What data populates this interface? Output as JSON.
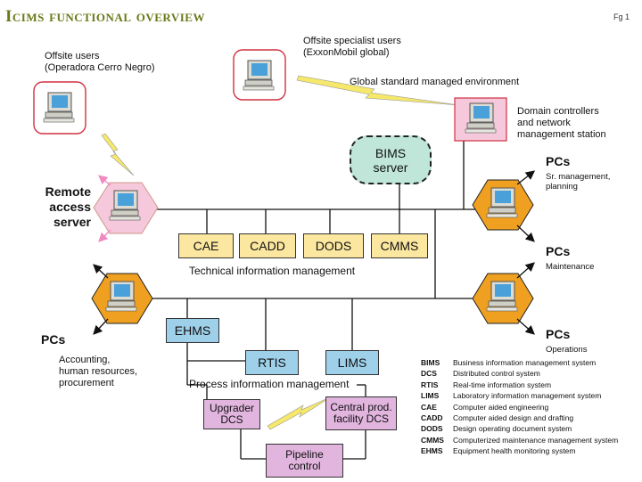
{
  "header": {
    "title": "Icims functional overview",
    "fig": "Fg 1"
  },
  "nodes": {
    "offsite_users": "Offsite users\n(Operadora Cerro Negro)",
    "offsite_specialist": "Offsite specialist users\n(ExxonMobil global)",
    "global_env": "Global standard managed environment",
    "domain_controllers": "Domain controllers\nand network\nmanagement station",
    "remote_access": "Remote\naccess\nserver",
    "bims_server": "BIMS\nserver",
    "pcs_sr": {
      "title": "PCs",
      "sub": "Sr. management,\nplanning"
    },
    "pcs_maint": {
      "title": "PCs",
      "sub": "Maintenance"
    },
    "pcs_ops": {
      "title": "PCs",
      "sub": "Operations"
    },
    "pcs_acct": {
      "title": "PCs",
      "sub": "Accounting,\nhuman resources,\nprocurement"
    }
  },
  "tech_boxes": [
    "CAE",
    "CADD",
    "DODS",
    "CMMS"
  ],
  "tech_label": "Technical information management",
  "process_boxes": {
    "ehms": "EHMS",
    "rtis": "RTIS",
    "lims": "LIMS"
  },
  "process_label": "Process information management",
  "control_boxes": {
    "upgrader": "Upgrader\nDCS",
    "central": "Central prod.\nfacility DCS",
    "pipeline": "Pipeline\ncontrol"
  },
  "legend": [
    {
      "abbr": "BIMS",
      "desc": "Business information management system"
    },
    {
      "abbr": "DCS",
      "desc": "Distributed control system"
    },
    {
      "abbr": "RTIS",
      "desc": "Real-time information system"
    },
    {
      "abbr": "LIMS",
      "desc": "Laboratory information management system"
    },
    {
      "abbr": "CAE",
      "desc": "Computer aided engineering"
    },
    {
      "abbr": "CADD",
      "desc": "Computer aided design and drafting"
    },
    {
      "abbr": "DODS",
      "desc": "Design operating document system"
    },
    {
      "abbr": "CMMS",
      "desc": "Computerized maintenance management system"
    },
    {
      "abbr": "EHMS",
      "desc": "Equipment health monitoring system"
    }
  ],
  "colors": {
    "title": "#6a7a1a",
    "hexagon": "#f0a020",
    "pink": "#f6c8dc",
    "yellow": "#fbe7a0",
    "blue": "#9fd0ea",
    "purple": "#e2b5df",
    "bims": "#bfe6d8",
    "lightning": "#f5e86a"
  }
}
